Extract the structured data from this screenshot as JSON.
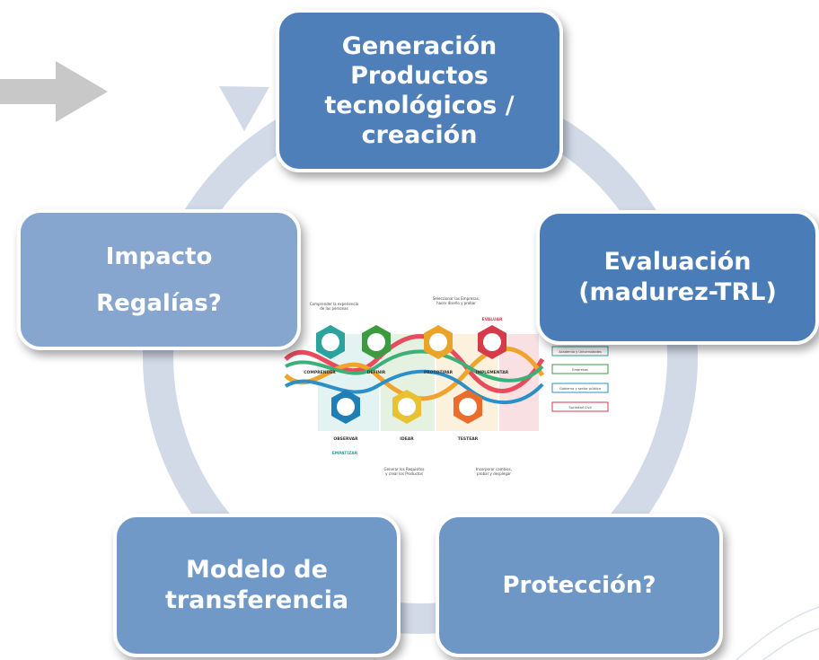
{
  "cycle": {
    "nodes": [
      {
        "id": "generacion",
        "label": "Generación\nProductos\ntecnológicos /\ncreación"
      },
      {
        "id": "evaluacion",
        "label": "Evaluación\n(madurez-TRL)"
      },
      {
        "id": "proteccion",
        "label": "Protección?"
      },
      {
        "id": "modelo",
        "label": "Modelo de\ntransferencia"
      },
      {
        "id": "impacto",
        "label": "Impacto\nRegalías?"
      }
    ],
    "colors": {
      "ring": "#d2dae8",
      "arrow": "#c8c8c8",
      "box_border": "#ffffff"
    }
  },
  "process_map": {
    "stages": [
      {
        "label": "COMPRENDER",
        "color": "#2ba39c"
      },
      {
        "label": "DEFINIR",
        "color": "#3c9a3f"
      },
      {
        "label": "PROTOTIPAR",
        "color": "#e9a52a"
      },
      {
        "label": "IMPLEMENTAR",
        "color": "#d63b4a"
      },
      {
        "label": "OBSERVAR",
        "color": "#1f7fb5"
      },
      {
        "label": "IDEAR",
        "color": "#e9c232"
      },
      {
        "label": "TESTEAR",
        "color": "#ec6d2b"
      }
    ],
    "notes": {
      "comprender": "Comprender la experiencia\nde las personas",
      "seleccionar": "Seleccionar las Empresas,\nhacer diseño y probar",
      "generar": "Generar los Requisitos\ny crear los Productos",
      "incorporar": "Incorporar cambios,\nprobar y desplegar"
    },
    "tags": {
      "evaluar": "EVALUAR",
      "empatizar": "EMPATIZAR"
    },
    "actors": [
      "Academia y Universidades",
      "Empresas",
      "Gobierno y sector público",
      "Sociedad Civil"
    ]
  }
}
